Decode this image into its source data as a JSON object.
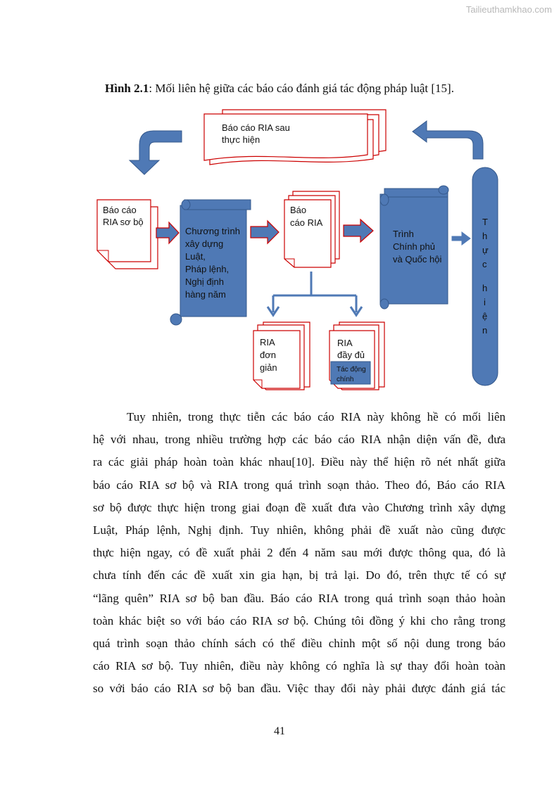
{
  "watermark": "Tailieuthamkhao.com",
  "caption": {
    "label": "Hình 2.1",
    "text": ": Mối liên hệ giữa các báo cáo đánh giá tác động pháp luật [15]."
  },
  "diagram": {
    "ria_after": [
      "Báo cáo RIA sau",
      "thực hiện"
    ],
    "ria_prelim": [
      "Báo cáo",
      "RIA sơ bộ"
    ],
    "program": [
      "Chương trình",
      "xây dựng",
      "Luật,",
      "Pháp lệnh,",
      "Nghị định",
      "hàng năm"
    ],
    "ria_report": [
      "Báo",
      "cáo RIA"
    ],
    "govt": [
      "Trình",
      "Chính phủ",
      "và Quốc hội"
    ],
    "implementation": [
      "T",
      "h",
      "ự",
      "c",
      "h",
      "i",
      "ệ",
      "n"
    ],
    "ria_simple": [
      "RIA",
      "đơn",
      "giản"
    ],
    "ria_full": [
      "RIA",
      "đầy đủ"
    ],
    "impact": [
      "Tác động",
      "chính"
    ],
    "colors": {
      "shape_fill": "#4f79b5",
      "shape_dark": "#35598c",
      "outline_red": "#cc0000"
    }
  },
  "body": [
    "Tuy nhiên, trong thực tiễn các báo cáo RIA này không hề có mối liên",
    "hệ với nhau, trong nhiều trường hợp các báo cáo RIA nhận diện vấn đề, đưa",
    "ra các giải pháp hoàn toàn khác nhau[10]. Điều này thể hiện rõ nét nhất giữa",
    "báo cáo RIA sơ bộ và RIA trong quá trình soạn thảo. Theo đó, Báo cáo RIA",
    "sơ bộ được thực hiện trong giai đoạn đề xuất đưa vào Chương trình xây dựng",
    "Luật, Pháp lệnh, Nghị định. Tuy nhiên, không phải đề xuất nào cũng được",
    "thực hiện ngay, có đề xuất phải 2 đến 4 năm sau mới được thông qua, đó là",
    "chưa tính đến các đề xuất xin gia hạn, bị trả lại. Do đó, trên thực tế có sự",
    "“lãng quên” RIA sơ bộ ban đầu. Báo cáo RIA trong quá trình soạn thảo hoàn",
    "toàn khác biệt so với báo cáo RIA sơ bộ. Chúng tôi đồng ý khi cho rằng trong",
    "quá trình soạn thảo chính sách có thể điều chỉnh một số nội dung trong báo",
    "cáo RIA sơ bộ. Tuy nhiên, điều này không có nghĩa là sự thay đổi hoàn toàn",
    "so với báo cáo RIA sơ bộ ban đầu. Việc thay đổi này phải được đánh giá tác"
  ],
  "page_number": "41"
}
